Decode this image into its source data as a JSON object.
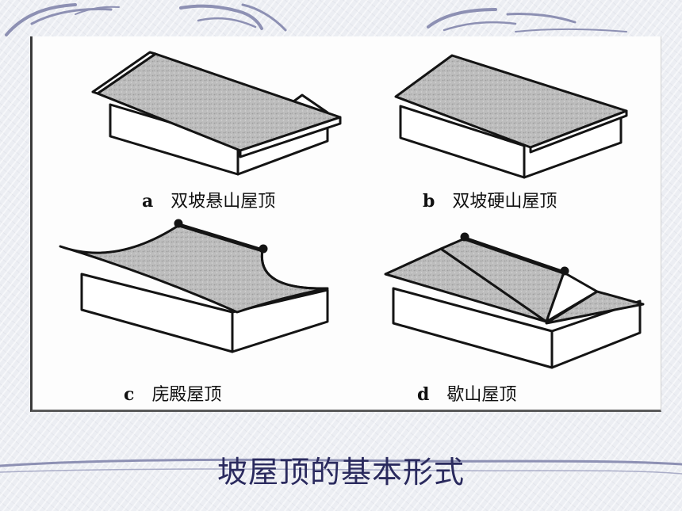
{
  "title": "坡屋顶的基本形式",
  "figures": [
    {
      "letter": "a",
      "label": "双坡悬山屋顶"
    },
    {
      "letter": "b",
      "label": "双坡硬山屋顶"
    },
    {
      "letter": "c",
      "label": "庑殿屋顶"
    },
    {
      "letter": "d",
      "label": "歇山屋顶"
    }
  ],
  "colors": {
    "title": "#2a2a5e",
    "roof": "#b9b9b9",
    "ink": "#141414"
  }
}
